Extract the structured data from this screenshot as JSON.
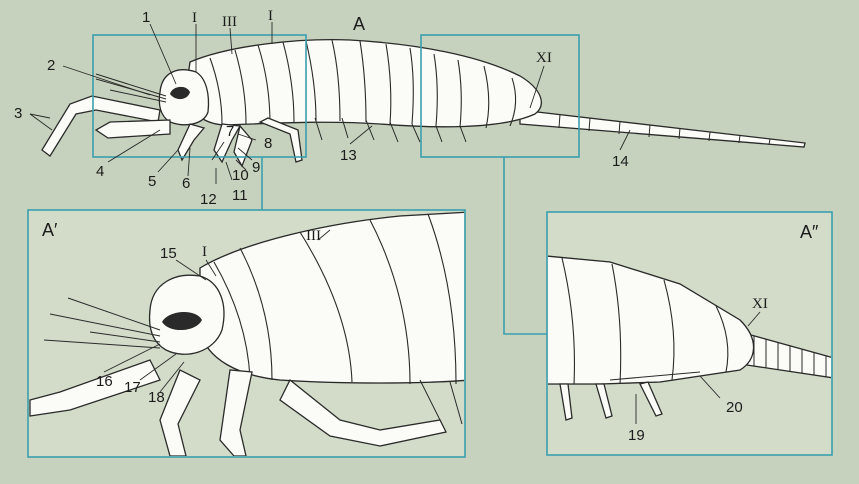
{
  "panels": {
    "main": "A",
    "inset_left": "A′",
    "inset_right": "A″"
  },
  "segment_labels": {
    "first": "I",
    "third": "III",
    "eleventh": "XI"
  },
  "labels": [
    "1",
    "2",
    "3",
    "4",
    "5",
    "6",
    "7",
    "8",
    "9",
    "10",
    "11",
    "12",
    "13",
    "14",
    "15",
    "16",
    "17",
    "18",
    "19",
    "20"
  ],
  "colors": {
    "background": "#c6d2bd",
    "frame": "#3a9fae",
    "inset_fill": "#d2dcc9",
    "body": "#fbfbf7"
  }
}
